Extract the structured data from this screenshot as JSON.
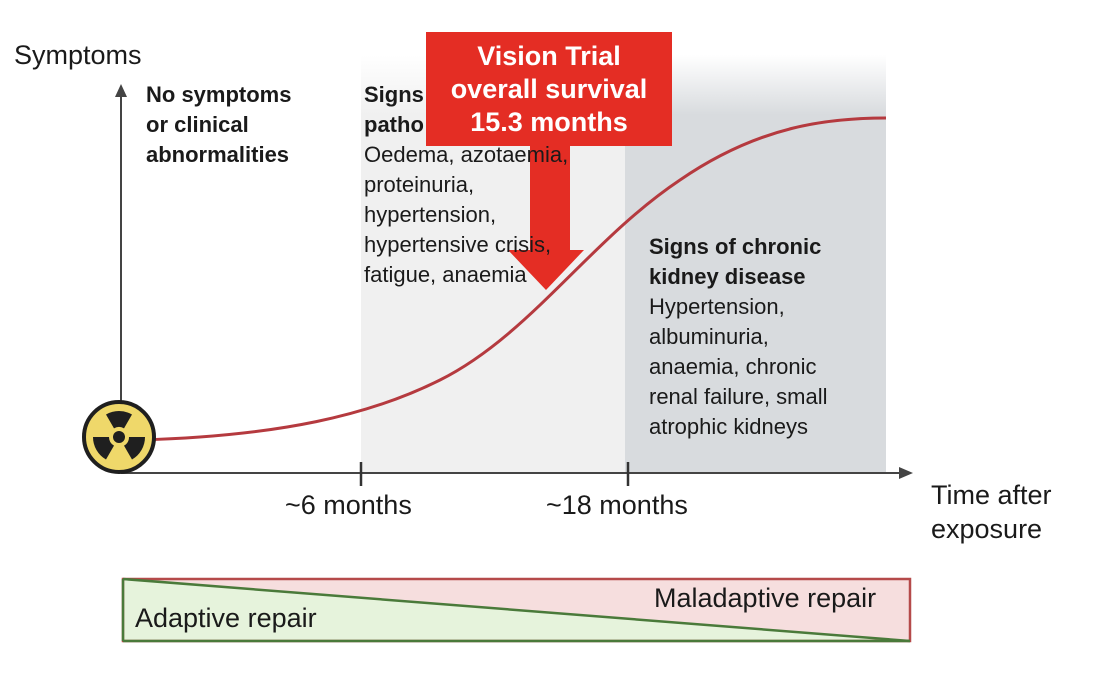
{
  "y_axis_label": "Symptoms",
  "x_axis_label": "Time after\nexposure",
  "ticks": [
    "~6 months",
    "~18 months"
  ],
  "phases": [
    {
      "title": "No symptoms\nor clinical\nabnormalities",
      "body": ""
    },
    {
      "title": "Signs\npatho",
      "body": "Oedema, azotaemia,\nproteinuria,\nhypertension,\nhypertensive crisis,\nfatigue, anaemia"
    },
    {
      "title": "Signs of chronic\nkidney disease",
      "body": "Hypertension,\nalbuminuria,\nanaemia, chronic\nrenal failure, small\natrophic kidneys"
    }
  ],
  "callout": "Vision Trial\noverall survival\n15.3 months",
  "repair": {
    "adaptive": "Adaptive repair",
    "maladaptive": "Maladaptive repair"
  },
  "icons": {
    "start": "radiation-icon"
  },
  "colors": {
    "callout": "#e42d24",
    "curve": "#b53a3f",
    "phase2_bg": "#f0f0f0",
    "phase3_bg": "#d8dbde",
    "adaptive": "#e6f3dc",
    "maladaptive": "#f6dede",
    "adaptive_border": "#4a7a3a",
    "maladaptive_border": "#b54a4a"
  }
}
